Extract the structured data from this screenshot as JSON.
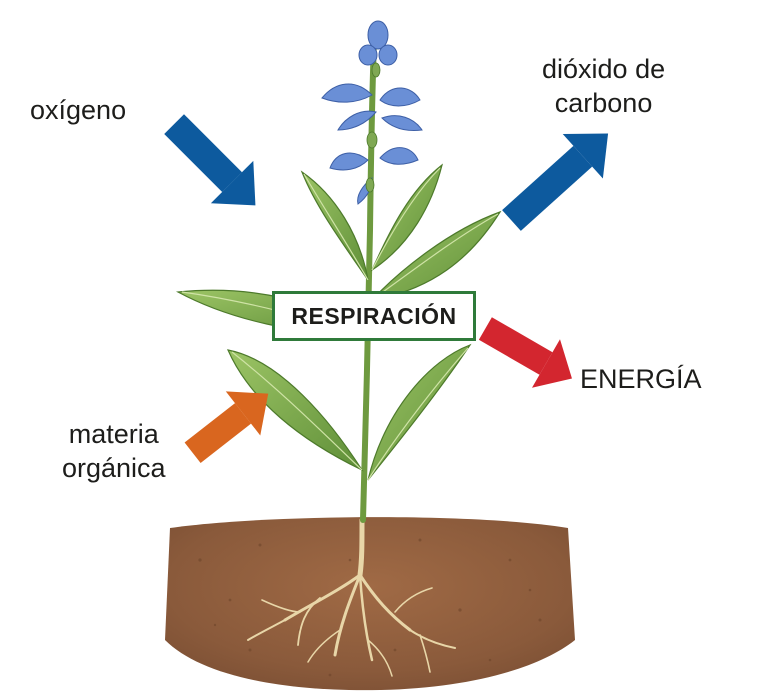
{
  "title": "RESPIRACIÓN",
  "inputs": {
    "oxygen": "oxígeno",
    "organic_matter": [
      "materia",
      "orgánica"
    ]
  },
  "outputs": {
    "co2": [
      "dióxido de",
      "carbono"
    ],
    "energy": "ENERGÍA"
  },
  "colors": {
    "oxygen_arrow": "#0d5a9e",
    "co2_arrow": "#0d5a9e",
    "energy_arrow": "#d3262f",
    "organic_arrow": "#d9661f",
    "box_border": "#2f7a3a",
    "soil": "#8a5a3b",
    "leaf": "#7aa84a",
    "flower": "#6a8fd6"
  }
}
